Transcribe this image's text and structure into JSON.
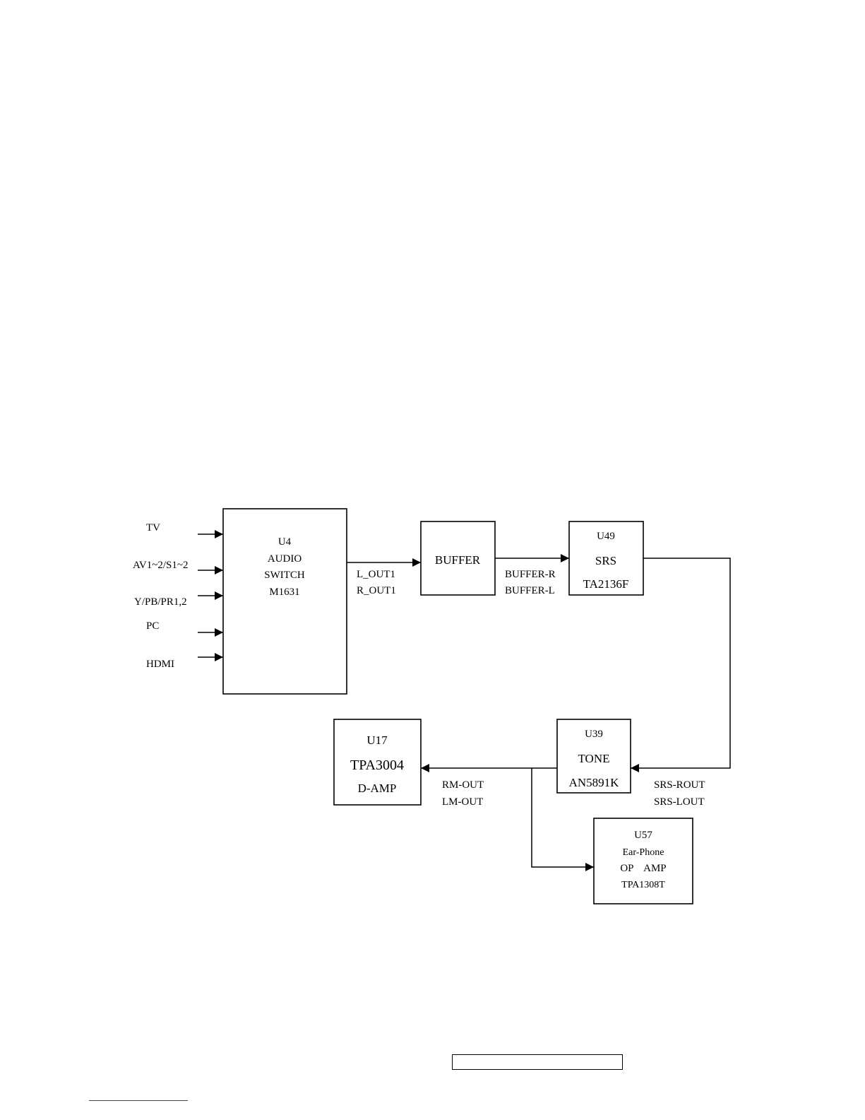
{
  "inputs": [
    "TV",
    "AV1~2/S1~2",
    "Y/PB/PR1,2",
    "PC",
    "HDMI"
  ],
  "blocks": {
    "u4": [
      "U4",
      "AUDIO",
      "SWITCH",
      "M1631"
    ],
    "buffer": [
      "BUFFER"
    ],
    "u49": [
      "U49",
      "SRS",
      "TA2136F"
    ],
    "u39": [
      "U39",
      "TONE",
      "AN5891K"
    ],
    "u17": [
      "U17",
      "TPA3004",
      "D-AMP"
    ],
    "u57": [
      "U57",
      "Ear-Phone",
      "OP    AMP",
      "TPA1308T"
    ]
  },
  "signals": {
    "switch_to_buffer": [
      "L_OUT1",
      "R_OUT1"
    ],
    "buffer_to_srs": [
      "BUFFER-R",
      "BUFFER-L"
    ],
    "srs_to_tone": [
      "SRS-ROUT",
      "SRS-LOUT"
    ],
    "tone_to_amp": [
      "RM-OUT",
      "LM-OUT"
    ]
  }
}
